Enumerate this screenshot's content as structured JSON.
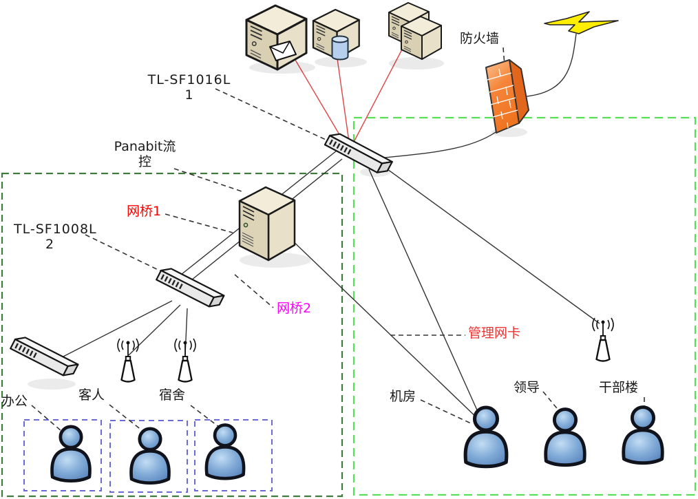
{
  "diagram": {
    "type": "network-topology",
    "labels": {
      "switch1": {
        "line1": "TL-SF1016L",
        "line2": "1"
      },
      "panabit": {
        "line1": "Panabit流",
        "line2": "控"
      },
      "switch2": {
        "line1": "TL-SF1008L",
        "line2": "2"
      },
      "bridge1": {
        "text": "网桥1",
        "color": "#ff0000"
      },
      "bridge2": {
        "text": "网桥2",
        "color": "#ff00ff"
      },
      "mgmt_nic": {
        "text": "管理网卡",
        "color": "#ee3333"
      },
      "firewall": {
        "text": "防火墙"
      },
      "office": {
        "text": "办公"
      },
      "guest": {
        "text": "客人"
      },
      "dorm": {
        "text": "宿舍"
      },
      "server_room": {
        "text": "机房"
      },
      "leader": {
        "text": "领导"
      },
      "cadre_building": {
        "text": "干部楼"
      }
    },
    "icons": [
      "mail-server-icon",
      "database-server-icon",
      "cluster-server-icon",
      "lightning-bolt-icon",
      "firewall-icon",
      "core-switch-icon",
      "panabit-server-icon",
      "access-switch-icon",
      "mini-switch-icon",
      "wireless-ap-icon",
      "user-icon"
    ],
    "colors": {
      "left_zone": "#3f7a3f",
      "right_zone": "#55e055",
      "user_box": "#6a6ad8",
      "link": "#333333",
      "uplink_red": "#e04444",
      "firewall_front": "#f5853a",
      "firewall_side": "#e2661b",
      "lightning": "#ffee00",
      "person_blue": "#7aa8d8",
      "device_beige": "#e6ddc2",
      "switch_gray": "#e9e9e9"
    }
  }
}
